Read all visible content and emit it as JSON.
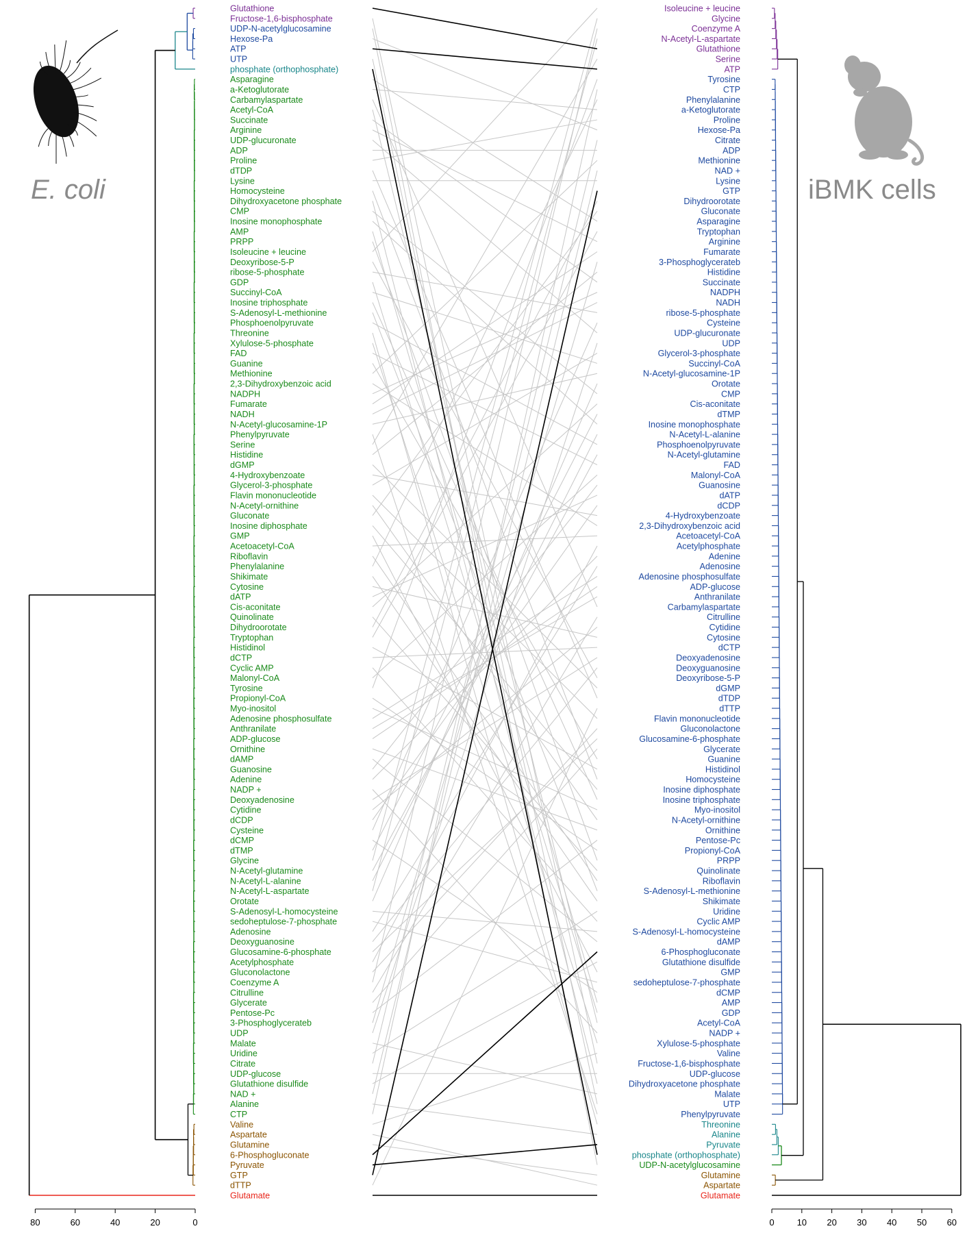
{
  "left_panel": {
    "caption": "E. coli",
    "axis_ticks": [
      "80",
      "60",
      "40",
      "20",
      "0"
    ],
    "groups": [
      {
        "color": "#7b2f95",
        "labels": [
          "Glutathione",
          "Fructose‑1,6‑bisphosphate"
        ]
      },
      {
        "color": "#1f4aa0",
        "labels": [
          "UDP‑N‑acetylglucosamine",
          "Hexose‑Pa",
          "ATP",
          "UTP"
        ]
      },
      {
        "color": "#19868a",
        "labels": [
          "phosphate (orthophosphate)"
        ]
      },
      {
        "color": "#1a8a1a",
        "labels": [
          "Asparagine",
          "a‑Ketoglutorate",
          "Carbamylaspartate",
          "Acetyl‑CoA",
          "Succinate",
          "Arginine",
          "UDP‑glucuronate",
          "ADP",
          "Proline",
          "dTDP",
          "Lysine",
          "Homocysteine",
          "Dihydroxyacetone phosphate",
          "CMP",
          "Inosine monophosphate",
          "AMP",
          "PRPP",
          "Isoleucine + leucine",
          "Deoxyribose‑5‑P",
          "ribose‑5‑phosphate",
          "GDP",
          "Succinyl‑CoA",
          "Inosine triphosphate",
          "S‑Adenosyl‑L‑methionine",
          "Phosphoenolpyruvate",
          "Threonine",
          "Xylulose‑5‑phosphate",
          "FAD",
          "Guanine",
          "Methionine",
          "2,3‑Dihydroxybenzoic acid",
          "NADPH",
          "Fumarate",
          "NADH",
          "N‑Acetyl‑glucosamine‑1P",
          "Phenylpyruvate",
          "Serine",
          "Histidine",
          "dGMP",
          "4‑Hydroxybenzoate",
          "Glycerol‑3‑phosphate",
          "Flavin mononucleotide",
          "N‑Acetyl‑ornithine",
          "Gluconate",
          "Inosine diphosphate",
          "GMP",
          "Acetoacetyl‑CoA",
          "Riboflavin",
          "Phenylalanine",
          "Shikimate",
          "Cytosine",
          "dATP",
          "Cis‑aconitate",
          "Quinolinate",
          "Dihydroorotate",
          "Tryptophan",
          "Histidinol",
          "dCTP",
          "Cyclic AMP",
          "Malonyl‑CoA",
          "Tyrosine",
          "Propionyl‑CoA",
          "Myo‑inositol",
          "Adenosine phosphosulfate",
          "Anthranilate",
          "ADP‑glucose",
          "Ornithine",
          "dAMP",
          "Guanosine",
          "Adenine",
          "NADP +",
          "Deoxyadenosine",
          "Cytidine",
          "dCDP",
          "Cysteine",
          "dCMP",
          "dTMP",
          "Glycine",
          "N‑Acetyl‑glutamine",
          "N‑Acetyl‑L‑alanine",
          "N‑Acetyl‑L‑aspartate",
          "Orotate",
          "S‑Adenosyl‑L‑homocysteine",
          "sedoheptulose‑7‑phosphate",
          "Adenosine",
          "Deoxyguanosine",
          "Glucosamine‑6‑phosphate",
          "Acetylphosphate",
          "Gluconolactone",
          "Coenzyme A",
          "Citrulline",
          "Glycerate",
          "Pentose‑Pc",
          "3‑Phosphoglycerateb",
          "UDP",
          "Malate",
          "Uridine",
          "Citrate",
          "UDP‑glucose",
          "Glutathione disulfide",
          "NAD +",
          "Alanine",
          "CTP"
        ]
      },
      {
        "color": "#8a5300",
        "labels": [
          "Valine",
          "Aspartate",
          "Glutamine",
          "6‑Phosphogluconate",
          "Pyruvate",
          "GTP",
          "dTTP"
        ]
      },
      {
        "color": "#e8261b",
        "labels": [
          "Glutamate"
        ]
      }
    ]
  },
  "right_panel": {
    "caption": "iBMK cells",
    "axis_ticks": [
      "0",
      "10",
      "20",
      "30",
      "40",
      "50",
      "60"
    ],
    "groups": [
      {
        "color": "#7b2f95",
        "labels": [
          "Isoleucine + leucine",
          "Glycine",
          "Coenzyme A",
          "N‑Acetyl‑L‑aspartate",
          "Glutathione",
          "Serine",
          "ATP"
        ]
      },
      {
        "color": "#1f4aa0",
        "labels": [
          "Tyrosine",
          "CTP",
          "Phenylalanine",
          "a‑Ketoglutorate",
          "Proline",
          "Hexose‑Pa",
          "Citrate",
          "ADP",
          "Methionine",
          "NAD +",
          "Lysine",
          "GTP",
          "Dihydroorotate",
          "Gluconate",
          "Asparagine",
          "Tryptophan",
          "Arginine",
          "Fumarate",
          "3‑Phosphoglycerateb",
          "Histidine",
          "Succinate",
          "NADPH",
          "NADH",
          "ribose‑5‑phosphate",
          "Cysteine",
          "UDP‑glucuronate",
          "UDP",
          "Glycerol‑3‑phosphate",
          "Succinyl‑CoA",
          "N‑Acetyl‑glucosamine‑1P",
          "Orotate",
          "CMP",
          "Cis‑aconitate",
          "dTMP",
          "Inosine monophosphate",
          "N‑Acetyl‑L‑alanine",
          "Phosphoenolpyruvate",
          "N‑Acetyl‑glutamine",
          "FAD",
          "Malonyl‑CoA",
          "Guanosine",
          "dATP",
          "dCDP",
          "4‑Hydroxybenzoate",
          "2,3‑Dihydroxybenzoic acid",
          "Acetoacetyl‑CoA",
          "Acetylphosphate",
          "Adenine",
          "Adenosine",
          "Adenosine phosphosulfate",
          "ADP‑glucose",
          "Anthranilate",
          "Carbamylaspartate",
          "Citrulline",
          "Cytidine",
          "Cytosine",
          "dCTP",
          "Deoxyadenosine",
          "Deoxyguanosine",
          "Deoxyribose‑5‑P",
          "dGMP",
          "dTDP",
          "dTTP",
          "Flavin mononucleotide",
          "Gluconolactone",
          "Glucosamine‑6‑phosphate",
          "Glycerate",
          "Guanine",
          "Histidinol",
          "Homocysteine",
          "Inosine diphosphate",
          "Inosine triphosphate",
          "Myo‑inositol",
          "N‑Acetyl‑ornithine",
          "Ornithine",
          "Pentose‑Pc",
          "Propionyl‑CoA",
          "PRPP",
          "Quinolinate",
          "Riboflavin",
          "S‑Adenosyl‑L‑methionine",
          "Shikimate",
          "Uridine",
          "Cyclic AMP",
          "S‑Adenosyl‑L‑homocysteine",
          "dAMP",
          "6‑Phosphogluconate",
          "Glutathione disulfide",
          "GMP",
          "sedoheptulose‑7‑phosphate",
          "dCMP",
          "AMP",
          "GDP",
          "Acetyl‑CoA",
          "NADP +",
          "Xylulose‑5‑phosphate",
          "Valine",
          "Fructose‑1,6‑bisphosphate",
          "UDP‑glucose",
          "Dihydroxyacetone phosphate",
          "Malate",
          "UTP",
          "Phenylpyruvate"
        ]
      },
      {
        "color": "#19868a",
        "labels": [
          "Threonine",
          "Alanine",
          "Pyruvate",
          "phosphate (orthophosphate)"
        ]
      },
      {
        "color": "#1a8a1a",
        "labels": [
          "UDP‑N‑acetylglucosamine"
        ]
      },
      {
        "color": "#8a5300",
        "labels": [
          "Glutamine",
          "Aspartate"
        ]
      },
      {
        "color": "#e8261b",
        "labels": [
          "Glutamate"
        ]
      }
    ]
  },
  "highlighted_links": [
    "Glutathione",
    "ATP",
    "phosphate (orthophosphate)",
    "6‑Phosphogluconate",
    "Pyruvate",
    "GTP",
    "Glutamate"
  ],
  "colors": {
    "link": "#c6c6c6",
    "highlight": "#000000",
    "tree": "#000000"
  }
}
